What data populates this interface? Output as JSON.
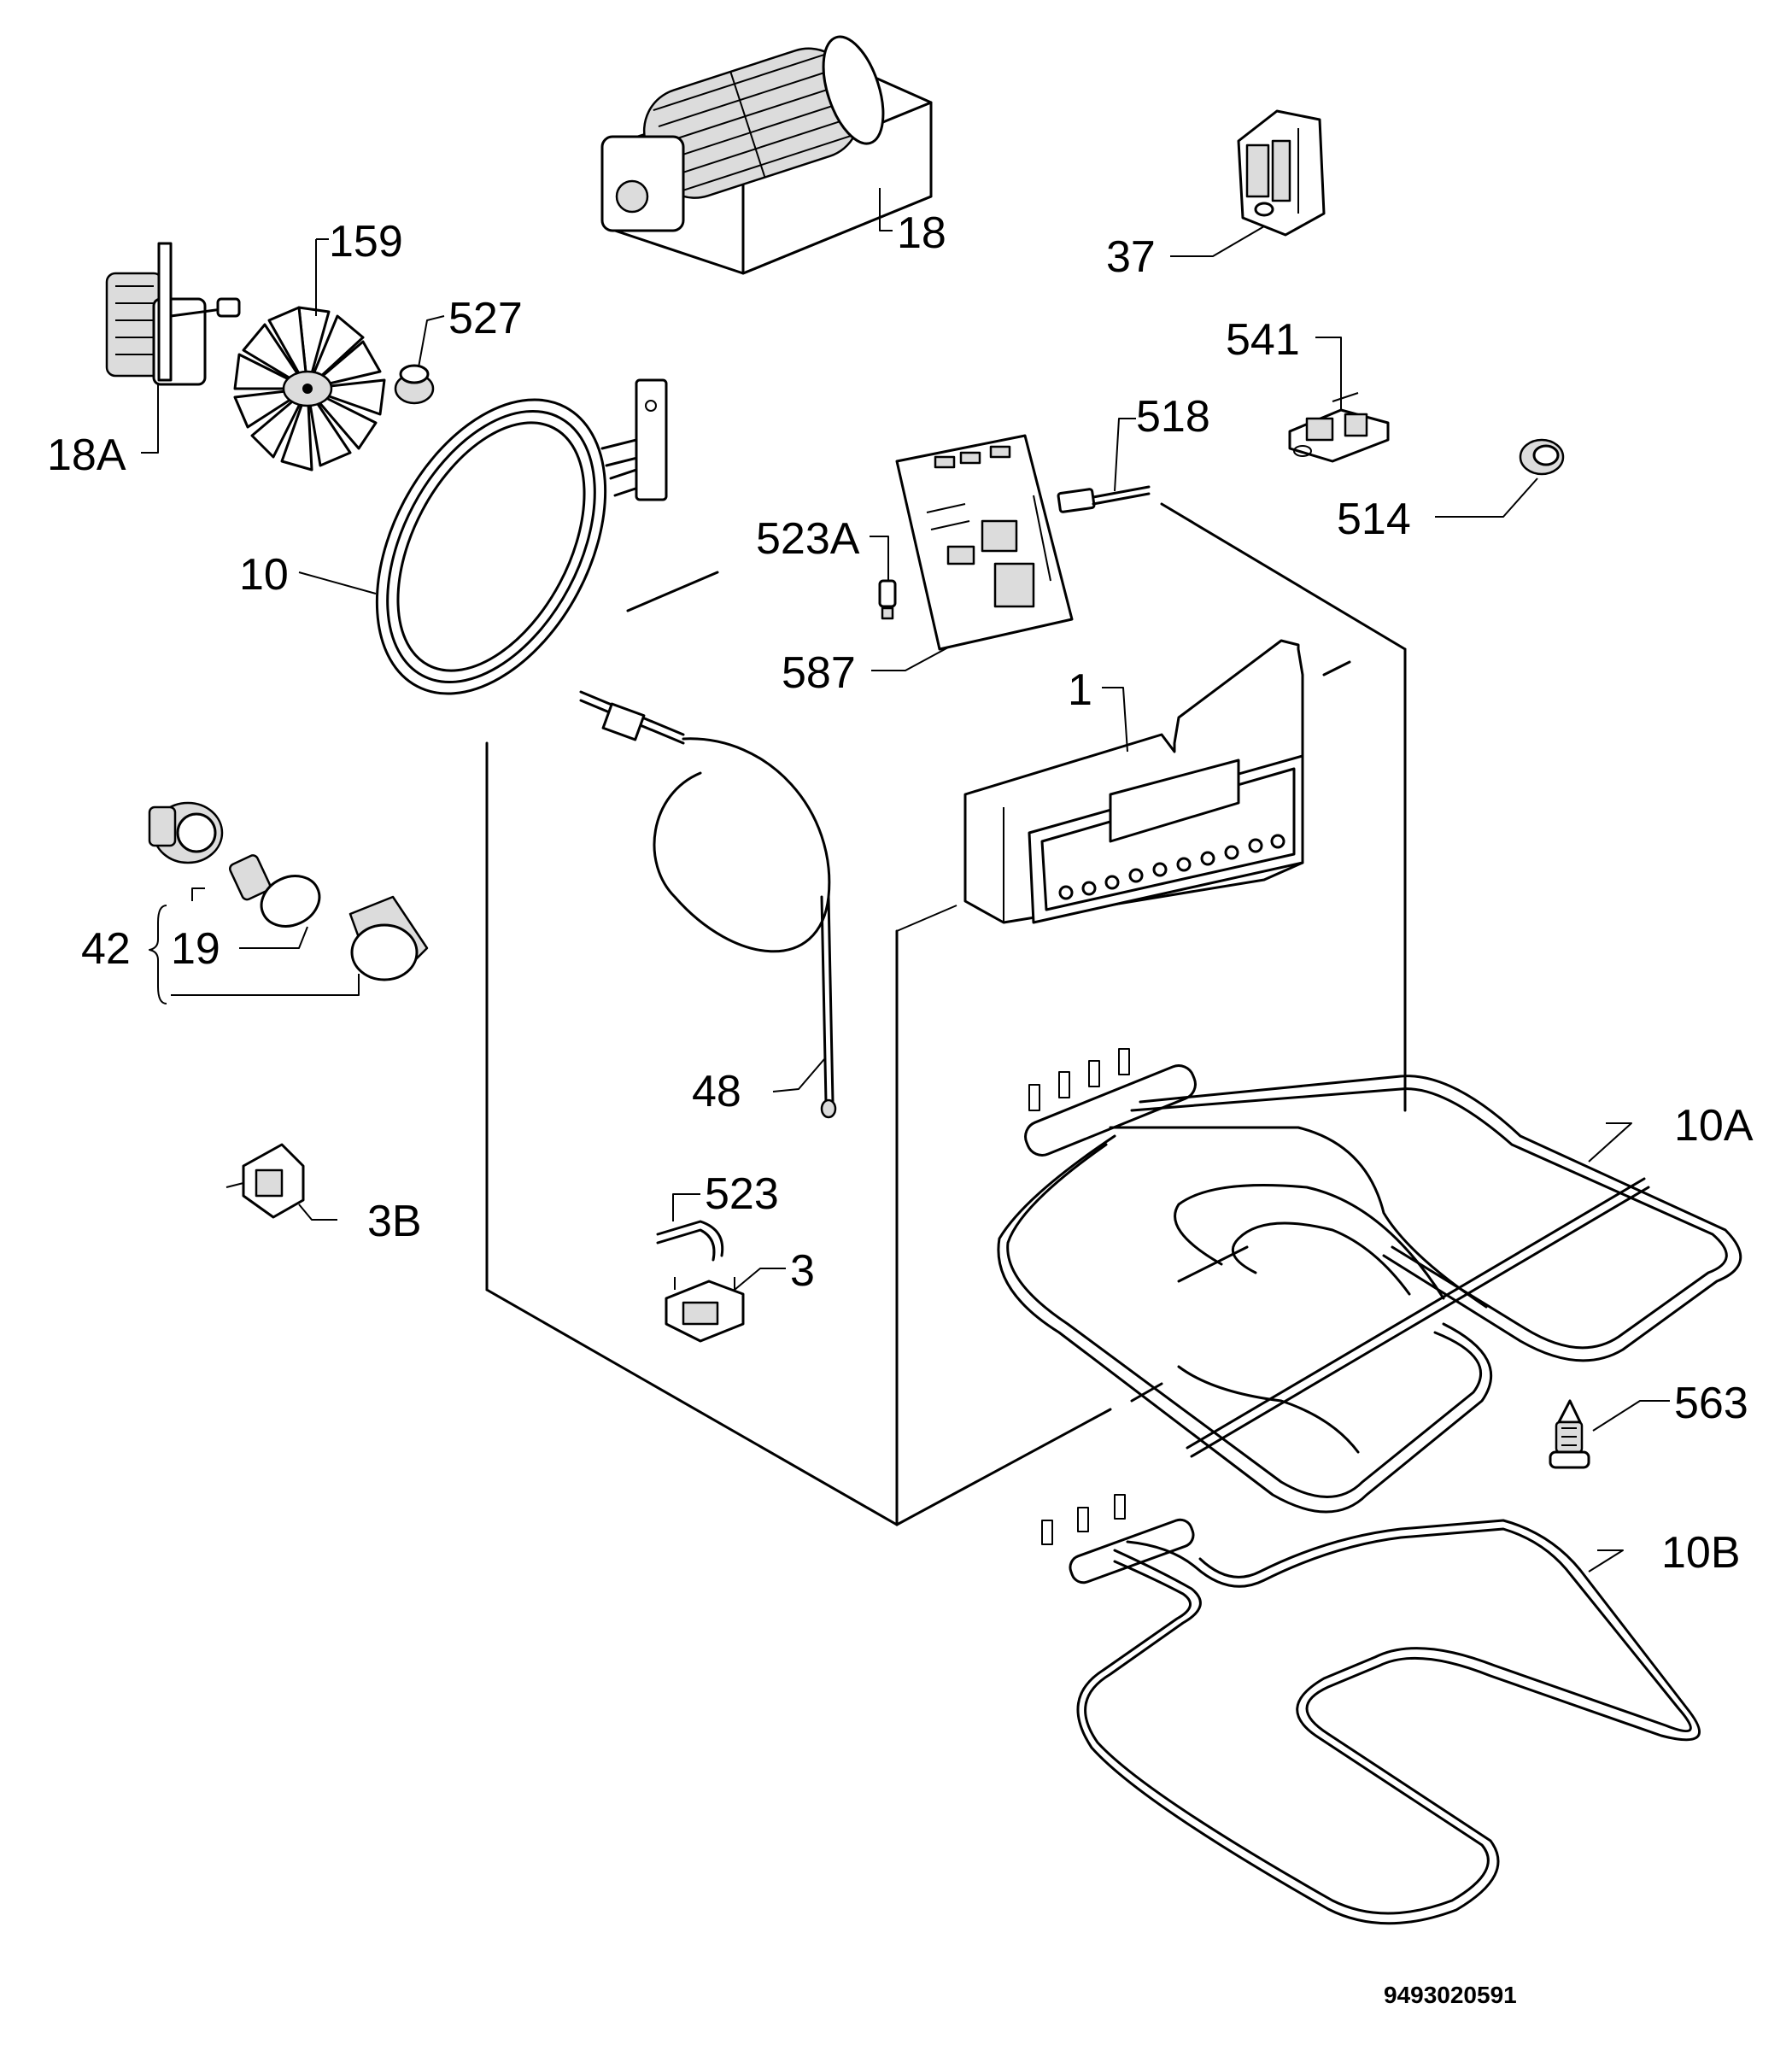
{
  "labels": {
    "l18": "18",
    "l159": "159",
    "l527": "527",
    "l18a": "18A",
    "l10": "10",
    "l37": "37",
    "l541": "541",
    "l518": "518",
    "l514": "514",
    "l523a": "523A",
    "l587": "587",
    "l1": "1",
    "l42": "42",
    "l19": "19",
    "l48": "48",
    "l10a": "10A",
    "l3b": "3B",
    "l523": "523",
    "l3": "3",
    "l563": "563",
    "l10b": "10B"
  },
  "diagram_code": "9493020591"
}
